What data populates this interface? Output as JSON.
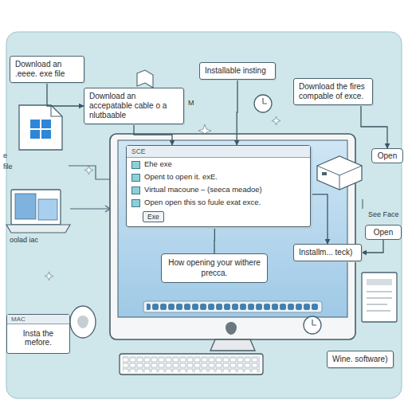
{
  "diagram": {
    "nodes": [
      {
        "text": [
          "Download an .eeee. exe file"
        ]
      },
      {
        "text": [
          "Download an accepatable cable o a nlutbaable"
        ]
      },
      {
        "text": [
          "Installable insting"
        ]
      },
      {
        "text": [
          "Download the fires compable of exce."
        ]
      },
      {
        "text": [
          "SCE",
          "Ehe exe",
          "Opent to open it. exE.",
          "Virtual macoune – (seeca meadoe)",
          "Open open this so fuule exat exce.",
          "Exe"
        ]
      },
      {
        "text": [
          "Open"
        ]
      },
      {
        "text": [
          "Open"
        ]
      },
      {
        "text": [
          "How opening your withere precca."
        ]
      },
      {
        "text": [
          "Installm... teck)"
        ]
      },
      {
        "text": [
          "MAC",
          "Insta the mefore."
        ]
      },
      {
        "text": [
          "Wine. software)"
        ]
      }
    ],
    "edges": [
      {
        "from": 0,
        "to": 1,
        "arrow": "to"
      },
      {
        "from": 1,
        "to": 4,
        "arrow": "to"
      },
      {
        "from": 2,
        "to": 4,
        "arrow": "to"
      },
      {
        "from": 3,
        "to": 5,
        "arrow": "to"
      },
      {
        "from": 4,
        "to": 8,
        "arrow": "to"
      },
      {
        "from": 6,
        "to": 8,
        "arrow": "to"
      },
      {
        "from": 7,
        "to": 4,
        "arrow": "none"
      }
    ],
    "labels": [
      "M",
      "See Face",
      "e",
      "file",
      "oolad iac"
    ]
  }
}
